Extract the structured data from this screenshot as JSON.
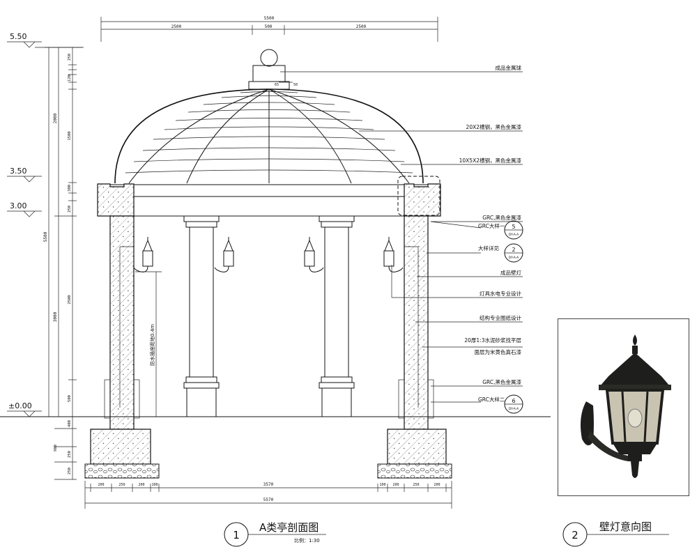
{
  "elevations": {
    "top": "5.50",
    "dome_base": "3.50",
    "beam": "3.00",
    "ground": "±0.00"
  },
  "top_dims": {
    "total": "5500",
    "left": "2500",
    "mid": "500",
    "right": "2500"
  },
  "left_dims": {
    "outer_total": "5500",
    "upper": "2000",
    "lower": "3000",
    "seg1": "250",
    "seg2": "120",
    "seg3": "1500",
    "seg4": "300",
    "seg5": "250",
    "seg6": "2500",
    "seg7": "500",
    "foot1": "400",
    "foot2": "250",
    "foot3": "250",
    "foot_total": "900"
  },
  "bottom_dims": {
    "inner": "3570",
    "total": "5570",
    "l1": "200",
    "l2": "250",
    "l3": "200",
    "l4": "100",
    "r1": "100",
    "r2": "200",
    "r3": "250",
    "r4": "200"
  },
  "small_dims": {
    "a": "65",
    "b": "50"
  },
  "vertical_note": "防水插座距地0.4m",
  "callouts": [
    "成品金属球",
    "20X2槽钢，黑色金属漆",
    "10X5X2槽钢，黑色金属漆",
    "GRC,黑色金属漆",
    "GRC大样一",
    "大样详见",
    "成品壁灯",
    "灯具水电专业设计",
    "结构专业图纸设计",
    "20厚1:3水泥砂浆找平层",
    "面层为米黄色真石漆",
    "GRC,黑色金属漆",
    "GRC大样二"
  ],
  "detail_bubbles": [
    {
      "num": "5",
      "ref": "DY-A-A"
    },
    {
      "num": "2",
      "ref": "DY-A-A"
    },
    {
      "num": "6",
      "ref": "DY-A-A"
    }
  ],
  "titles": {
    "drawing1_num": "1",
    "drawing1_title": "A类亭剖面图",
    "drawing1_scale": "比例：1:30",
    "drawing2_num": "2",
    "drawing2_title": "壁灯意向图"
  },
  "colors": {
    "line": "#111111",
    "lamp_body": "#1e1e1c",
    "glass": "#c9c4b2"
  }
}
